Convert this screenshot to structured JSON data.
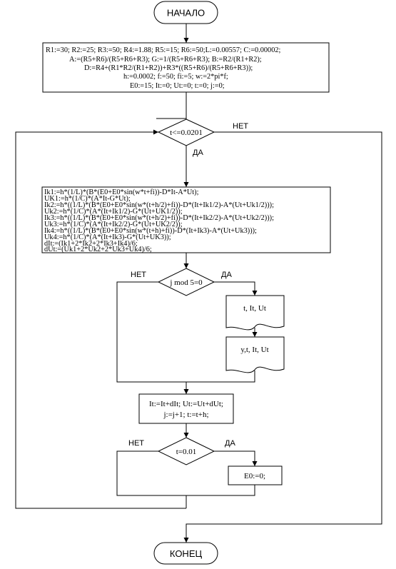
{
  "flowchart": {
    "start_label": "НАЧАЛО",
    "end_label": "КОНЕЦ",
    "init_block": [
      "R1:=30; R2:=25; R3:=50; R4:=1.88; R5:=15; R6:=50;L:=0.00557; C:=0.00002;",
      "A:=(R5+R6)/(R5+R6+R3);  G:=1/(R5+R6+R3); B:=R2/(R1+R2);",
      "D:=R4+(R1*R2/(R1+R2))+R3*((R5+R6)/(R5+R6+R3));",
      "h:=0.0002; f:=50; fi:=5; w:=2*pi*f;",
      "E0:=15; It:=0; Ut:=0; t:=0; j:=0;"
    ],
    "loop_condition": "t<=0.0201",
    "loop_no": "НЕТ",
    "loop_yes": "ДА",
    "rk_block": [
      "Ik1:=h*(1/L)*(B*(E0+E0*sin(w*t+fi))-D*It-A*Ut);",
      "UK1:=h*(1/C)*(A*It-G*Ut);",
      "Ik2:=h*((1/L)*(B*(E0+E0*sin(w*(t+h/2)+fi))-D*(It+Ik1/2)-A*(Ut+Uk1/2)));",
      "Uk2:=h*(1/C)*(A*(It+Ik1/2)-G*(Ut+UK1/2));",
      "Ik3:=h*((1/L)*(B*(E0+E0*sin(w*(t+h/2)+fi))-D*(It+Ik2/2)-A*(Ut+Uk2/2)));",
      "Uk3:=h*(1/C)*(A*(It+Ik2/2)-G*(Ut+UK2/2));",
      "Ik4:=h*((1/L)*(B*(E0+E0*sin(w*(t+h)+fi))-D*(It+Ik3)-A*(Ut+Uk3)));",
      "Uk4:=h*(1/C)*(A*(It+Ik3)-G*(Ut+UK3));",
      "dIt:=(Ik1+2*Ik2+2*Ik3+Ik4)/6;",
      "dUt:=(Uk1+2*Uk2+2*Uk3+Uk4)/6;"
    ],
    "mod_condition": "j mod 5=0",
    "mod_no": "НЕТ",
    "mod_yes": "ДА",
    "output1": "t, It, Ut",
    "output2": "y,t, It, Ut",
    "update_block": [
      "It:=It+dIt; Ut:=Ut+dUt;",
      "j:=j+1; t:=t+h;"
    ],
    "t_condition": "t=0.01",
    "t_no": "НЕТ",
    "t_yes": "ДА",
    "reset_block": "E0:=0;"
  }
}
